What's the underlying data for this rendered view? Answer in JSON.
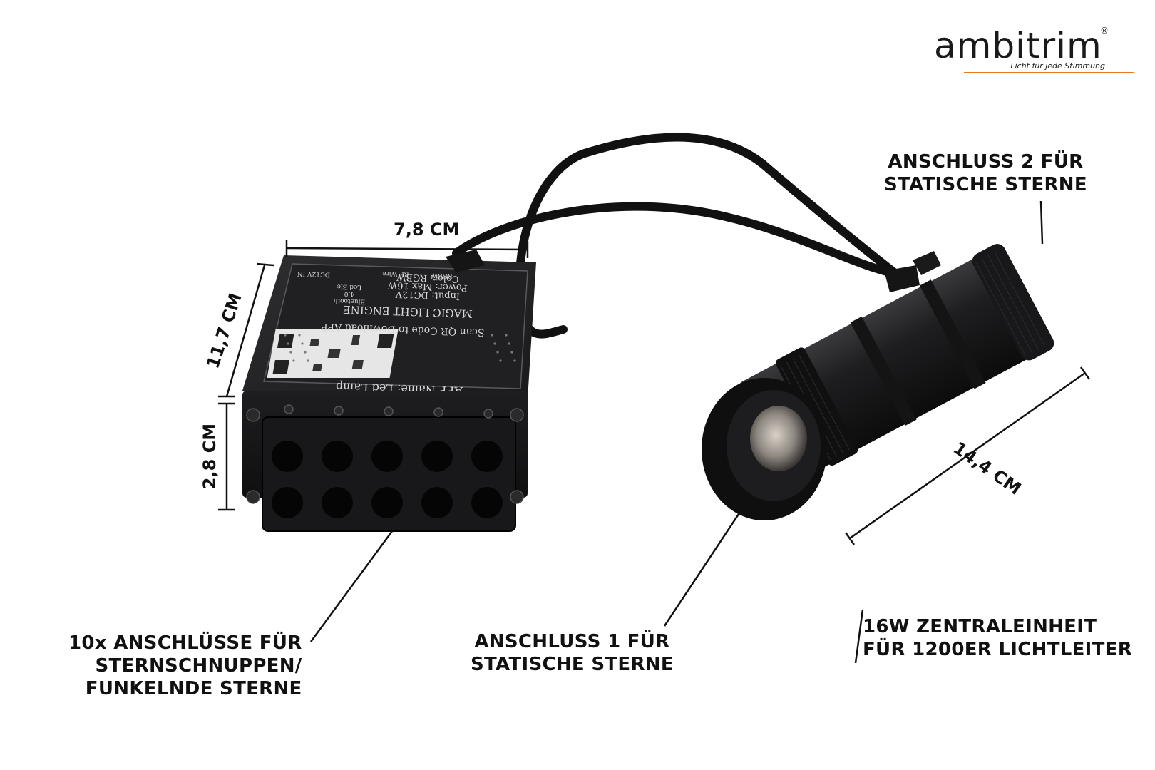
{
  "brand": {
    "name": "ambitrim",
    "registered": "®",
    "tagline": "Licht für jede Stimmung",
    "accent_color": "#e87722"
  },
  "dimensions": {
    "width": "7,8 CM",
    "depth": "11,7 CM",
    "height": "2,8 CM",
    "length": "14,4 CM"
  },
  "labels": {
    "port_two": [
      "ANSCHLUSS 2 FÜR",
      "STATISCHE STERNE"
    ],
    "port_one": [
      "ANSCHLUSS 1 FÜR",
      "STATISCHE STERNE"
    ],
    "shooting_ports": [
      "10x ANSCHLÜSSE FÜR",
      "STERNSCHNUPPEN/",
      "FUNKELNDE STERNE"
    ],
    "unit": [
      "16W ZENTRALEINHEIT",
      "FÜR 1200ER LICHTLEITER"
    ]
  },
  "controller_plate": {
    "app_name": "APP Name: Led Lamp",
    "scan": "Scan QR Code to Download APP",
    "engine": "MAGIC LIGHT ENGINE",
    "input": "Input: DC12V",
    "power": "Power: Max 16W",
    "color": "Color: RGBW",
    "cells": [
      "DC12V IN",
      "Led Ble",
      "4.0",
      "Bluetooth",
      "RF Wire",
      "RGBW"
    ]
  },
  "colors": {
    "device_body": "#1c1c1e",
    "device_shade": "#0c0c0d",
    "plate_text": "#d8d8d8"
  }
}
